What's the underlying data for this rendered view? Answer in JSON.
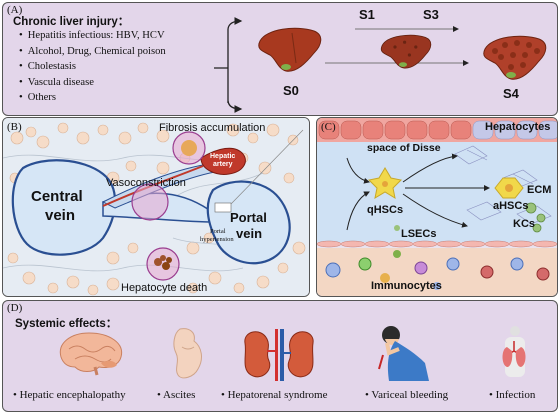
{
  "panel_a": {
    "label": "(A)",
    "title": "Chronic liver injury：",
    "causes": [
      "Hepatitis infectious: HBV, HCV",
      "Alcohol, Drug, Chemical poison",
      "Cholestasis",
      "Vascula disease",
      "Others"
    ],
    "stages": {
      "s0": "S0",
      "s1": "S1",
      "s3": "S3",
      "s4": "S4"
    }
  },
  "panel_b": {
    "label": "(B)",
    "fibrosis": "Fibrosis accumulation",
    "central_vein": [
      "Central",
      "vein"
    ],
    "vasoconstriction": "Vasoconstriction",
    "hepatic_artery": [
      "Hepatic",
      "artery"
    ],
    "portal_vein": [
      "Portal",
      "vein"
    ],
    "portal_hypertension": [
      "Portal",
      "hypertension"
    ],
    "hepatocyte_death": "Hepatocyte death"
  },
  "panel_c": {
    "label": "(C)",
    "hepatocytes": "Hepatocytes",
    "space_of_disse": "space of Disse",
    "qhscs": "qHSCs",
    "ecm": "ECM",
    "ahscs": "aHSCs",
    "kcs": "KCs",
    "lsecs": "LSECs",
    "immunocytes": "Immunocytes"
  },
  "panel_d": {
    "label": "(D)",
    "title": "Systemic effects：",
    "effects": [
      "Hepatic encephalopathy",
      "Ascites",
      "Hepatorenal syndrome",
      "Variceal bleeding",
      "Infection"
    ]
  },
  "colors": {
    "panel_bg": "#e3d6ea",
    "liver": "#a8391f",
    "vein_blue": "#d6e6f6",
    "vein_border": "#2a4f92"
  }
}
